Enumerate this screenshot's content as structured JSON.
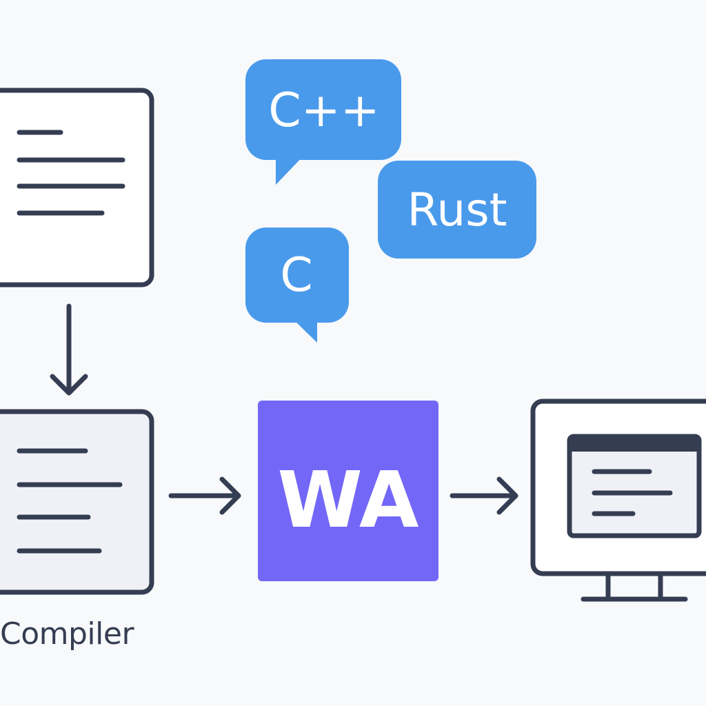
{
  "languages": {
    "cpp": "C++",
    "rust": "Rust",
    "c": "C"
  },
  "wasm": {
    "label": "WA",
    "color": "#7367f7"
  },
  "compiler": {
    "label": "Compiler"
  },
  "colors": {
    "stroke": "#353d52",
    "bubble": "#4a9aec",
    "background": "#f7f9fb",
    "panel_fill": "#f0f1f6"
  },
  "icons": {
    "source": "document-icon",
    "compiled": "document-icon",
    "target": "monitor-icon",
    "flow": "arrow-icon"
  }
}
